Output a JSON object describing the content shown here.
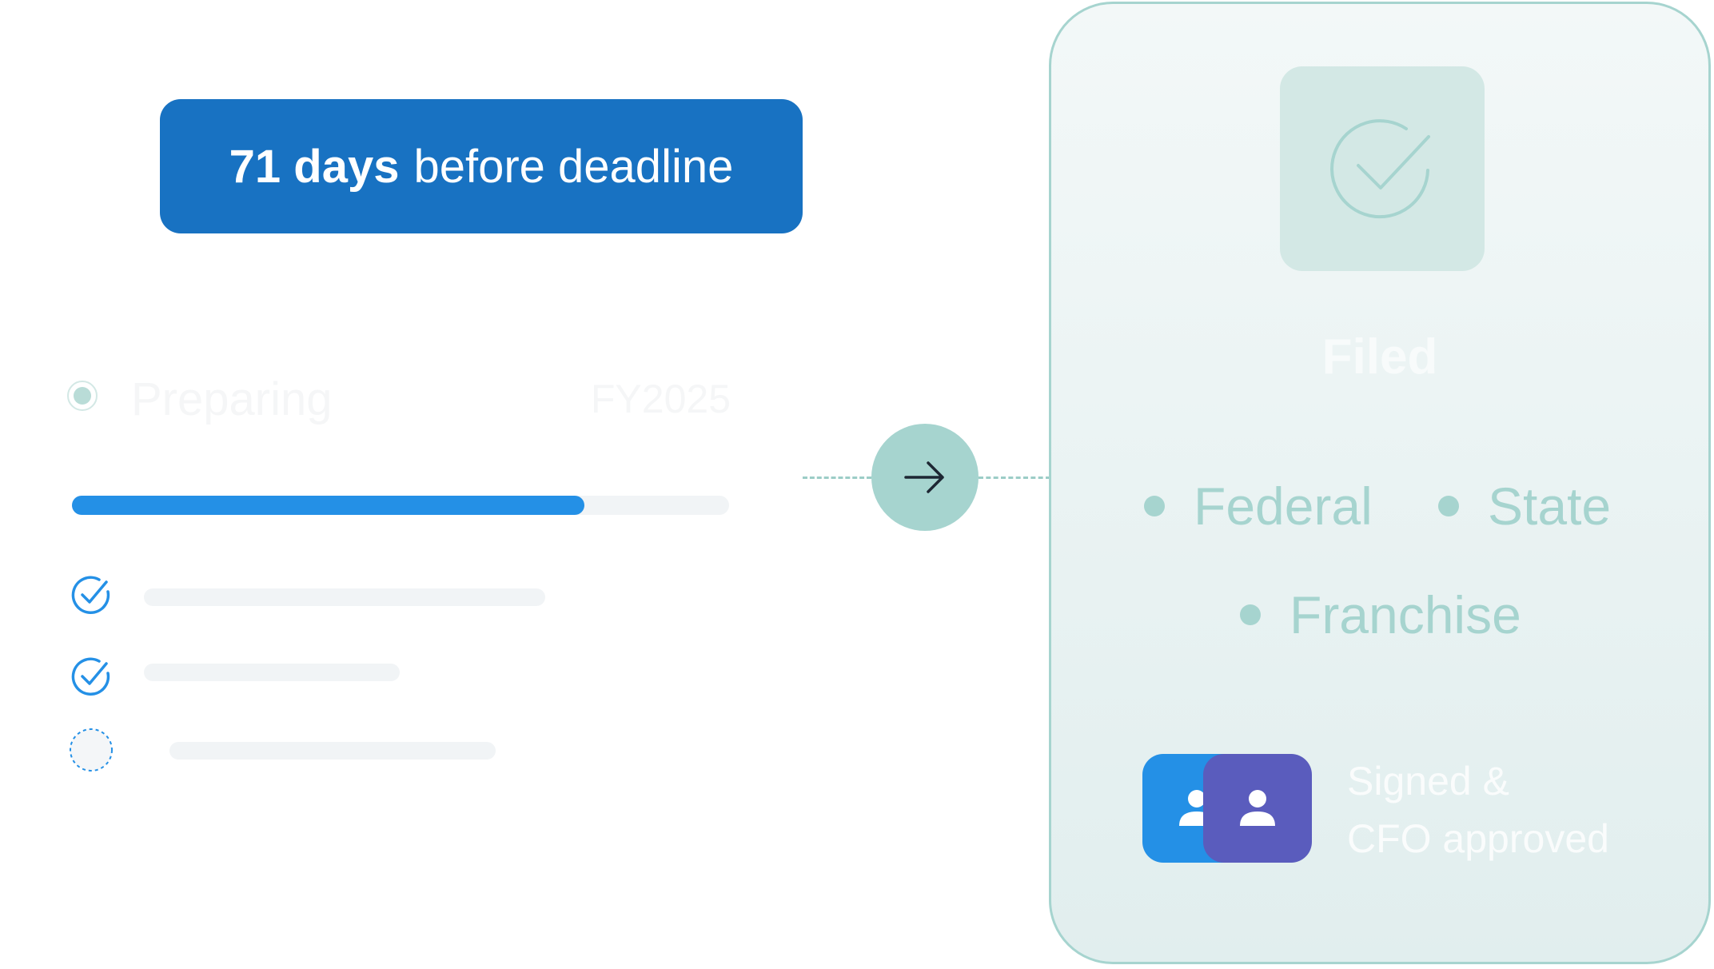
{
  "deadline": {
    "days": "71 days",
    "suffix": "before deadline"
  },
  "status": {
    "label": "Preparing",
    "year": "FY2025"
  },
  "progress": {
    "fraction": 0.78
  },
  "tasks": [
    {
      "state": "done",
      "icon": "check-circle-icon"
    },
    {
      "state": "done",
      "icon": "check-circle-icon"
    },
    {
      "state": "pending",
      "icon": "dashed-circle-icon"
    }
  ],
  "card": {
    "title": "Filed",
    "jurisdictions": [
      "Federal",
      "State",
      "Franchise"
    ],
    "signed_line1": "Signed &",
    "signed_line2": "CFO approved"
  },
  "colors": {
    "accent_blue": "#1872c2",
    "progress_blue": "#2490e6",
    "teal": "#a6d4cf",
    "avatar_blue": "#2490e6",
    "avatar_purple": "#5a5cbd"
  },
  "icons": [
    "arrow-right-icon",
    "check-circle-icon",
    "dashed-circle-icon",
    "user-icon"
  ]
}
